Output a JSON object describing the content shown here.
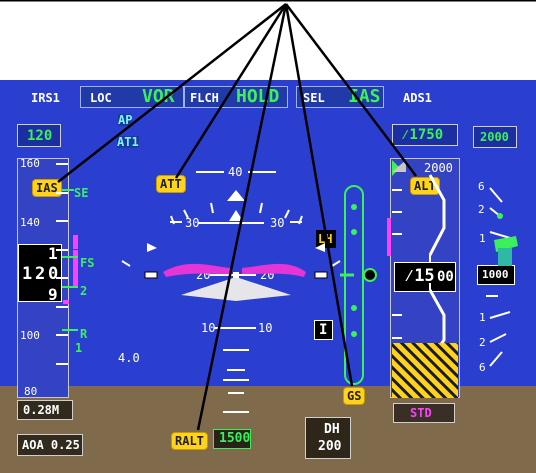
{
  "fma": {
    "source_left": "IRS1",
    "lateral_armed": "LOC",
    "lateral_active": "VOR",
    "vertical_armed": "FLCH",
    "vertical_active": "HOLD",
    "speed_armed": "SEL",
    "speed_active": "IAS",
    "source_right": "ADS1",
    "ap": "AP",
    "at": "AT1"
  },
  "speed": {
    "selected": "120",
    "ticks": [
      "160",
      "140",
      "100",
      "80"
    ],
    "current_hundreds": "1",
    "current_tens": "2",
    "current_ones_a": "0",
    "current_ones_b": "1",
    "current_ones_c": "9",
    "current_digit_top": "1",
    "mach": "0.28M",
    "aoa": "AOA 0.25",
    "trend": "4.0",
    "bugs": {
      "se": "SE",
      "fs": "FS",
      "fs2": "2",
      "r": "R",
      "r1": "1"
    }
  },
  "attitude": {
    "pitch_labels": [
      "40",
      "30",
      "30",
      "20",
      "20",
      "10",
      "10"
    ],
    "ils_marker": "LH",
    "inner_marker": "I"
  },
  "altitude": {
    "selected": "⁄1750",
    "top_tick": "2000",
    "current": "⁄15",
    "current_small": "00",
    "baro": "STD"
  },
  "vsi": {
    "selected": "2000",
    "current_box": "1000",
    "marks": [
      "6",
      "2",
      "1",
      "1",
      "2",
      "6"
    ]
  },
  "radio_alt": {
    "label": "RALT",
    "value": "1500"
  },
  "dh": {
    "label": "DH",
    "value": "200"
  },
  "callouts": {
    "ias": "IAS",
    "att": "ATT",
    "alt": "ALT",
    "gs": "GS",
    "ralt": "RALT"
  },
  "colors": {
    "sky": "#2a3fd0",
    "ground": "#7f6a4b",
    "callout": "#ffd21c",
    "active_mode": "#3cf05a",
    "magenta": "#ff40ff"
  }
}
